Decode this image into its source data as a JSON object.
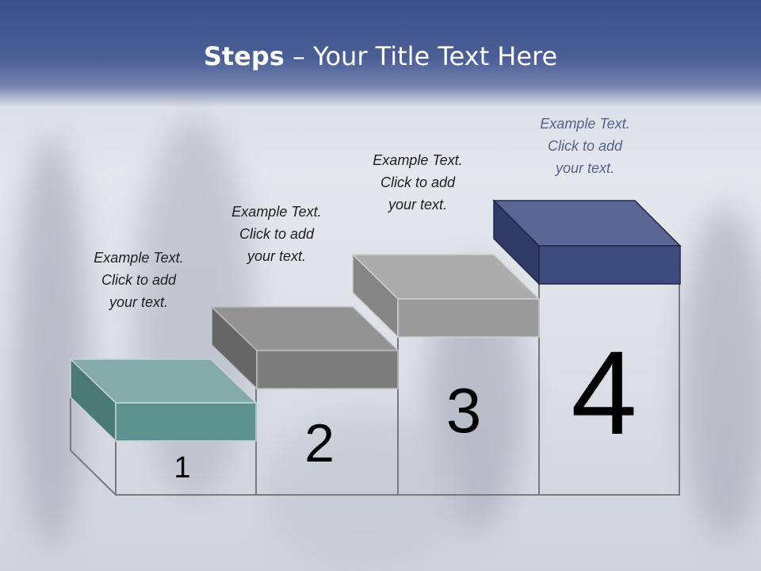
{
  "slide": {
    "title_bold": "Steps",
    "title_rest": " – Your Title Text Here"
  },
  "steps": [
    {
      "number": "1",
      "text": "Example Text.\nClick  to add\nyour text.",
      "color": "#5c928f"
    },
    {
      "number": "2",
      "text": "Example Text.\nClick  to add\nyour text.",
      "color": "#7d7d7d"
    },
    {
      "number": "3",
      "text": "Example Text.\nClick  to add\nyour text.",
      "color": "#9b9b9b"
    },
    {
      "number": "4",
      "text": "Example Text.\nClick  to add\nyour text.",
      "color": "#3d4b7d"
    }
  ],
  "colors": {
    "header": "#3c5088",
    "frame": "#7a7a7a"
  }
}
